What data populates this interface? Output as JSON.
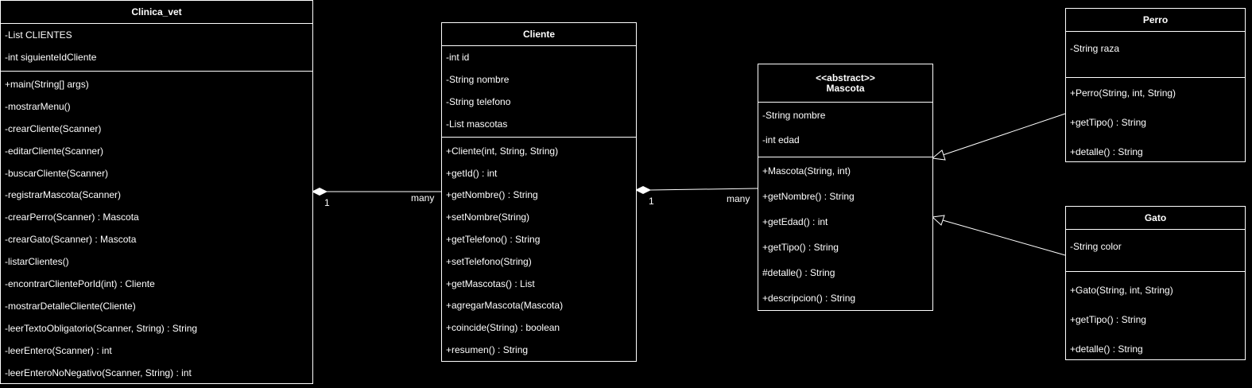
{
  "classes": {
    "clinica": {
      "name": "Clinica_vet",
      "attributes": [
        "-List CLIENTES",
        "-int siguienteIdCliente"
      ],
      "methods": [
        "+main(String[] args)",
        "-mostrarMenu()",
        "-crearCliente(Scanner)",
        "-editarCliente(Scanner)",
        "-buscarCliente(Scanner)",
        "-registrarMascota(Scanner)",
        "-crearPerro(Scanner) : Mascota",
        "-crearGato(Scanner) : Mascota",
        "-listarClientes()",
        "-encontrarClientePorId(int) : Cliente",
        "-mostrarDetalleCliente(Cliente)",
        "-leerTextoObligatorio(Scanner, String) : String",
        "-leerEntero(Scanner) : int",
        "-leerEnteroNoNegativo(Scanner, String) : int"
      ]
    },
    "cliente": {
      "name": "Cliente",
      "attributes": [
        "-int id",
        "-String nombre",
        "-String telefono",
        "-List mascotas"
      ],
      "methods": [
        "+Cliente(int, String, String)",
        "+getId() : int",
        "+getNombre() : String",
        "+setNombre(String)",
        "+getTelefono() : String",
        "+setTelefono(String)",
        "+getMascotas() : List",
        "+agregarMascota(Mascota)",
        "+coincide(String) : boolean",
        "+resumen() : String"
      ]
    },
    "mascota": {
      "stereotype": "<<abstract>>",
      "name": "Mascota",
      "attributes": [
        "-String nombre",
        "-int edad"
      ],
      "methods": [
        "+Mascota(String, int)",
        "+getNombre() : String",
        "+getEdad() : int",
        "+getTipo() : String",
        "#detalle() : String",
        "+descripcion() : String"
      ]
    },
    "perro": {
      "name": "Perro",
      "attributes": [
        "-String raza"
      ],
      "methods": [
        "+Perro(String, int, String)",
        "+getTipo() : String",
        "+detalle() : String"
      ]
    },
    "gato": {
      "name": "Gato",
      "attributes": [
        "-String color"
      ],
      "methods": [
        "+Gato(String, int, String)",
        "+getTipo() : String",
        "+detalle() : String"
      ]
    }
  },
  "relations": {
    "clinica_cliente": {
      "source_mult": "1",
      "target_mult": "many"
    },
    "cliente_mascota": {
      "source_mult": "1",
      "target_mult": "many"
    }
  }
}
